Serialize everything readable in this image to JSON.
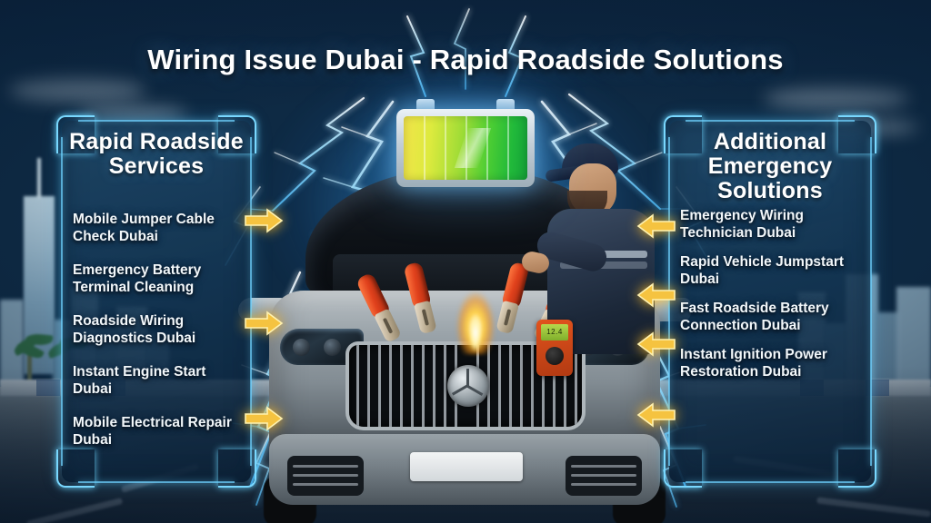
{
  "title": "Wiring Issue Dubai - Rapid Roadside Solutions",
  "left_panel": {
    "heading": "Rapid Roadside Services",
    "items": [
      "Mobile Jumper Cable Check Dubai",
      "Emergency Battery Terminal Cleaning",
      "Roadside Wiring Diagnostics Dubai",
      "Instant Engine Start Dubai",
      "Mobile Electrical Repair Dubai"
    ]
  },
  "right_panel": {
    "heading": "Additional Emergency Solutions",
    "items": [
      "Emergency Wiring Technician Dubai",
      "Rapid Vehicle Jumpstart Dubai",
      "Fast Roadside Battery Connection Dubai",
      "Instant Ignition Power Restoration Dubai"
    ]
  },
  "graphics": {
    "battery_icon": "car-battery-icon",
    "battery_charge_label": "full",
    "spark_icon": "electric-spark-icon",
    "lightning_icon": "lightning-bolt-icon",
    "car_icon": "silver-sedan-front-icon",
    "technician_icon": "technician-worker-icon",
    "multimeter_icon": "multimeter-icon",
    "multimeter_reading": "12.4",
    "jumper_clamp_icon": "jumper-cable-clamp-icon",
    "arrow_left_icon": "arrow-right-icon",
    "arrow_right_icon": "arrow-left-icon",
    "skyline_icon": "dubai-skyline-icon",
    "palm_icon": "palm-tree-icon"
  },
  "colors": {
    "accent_cyan": "#6fd2ff",
    "accent_amber": "#ffc426",
    "panel_fill": "#17446a",
    "sky_top": "#17375a",
    "battery_green": "#21b93a",
    "battery_yellow": "#f2e44a",
    "clamp_red": "#e0411c",
    "text_white": "#ffffff"
  }
}
